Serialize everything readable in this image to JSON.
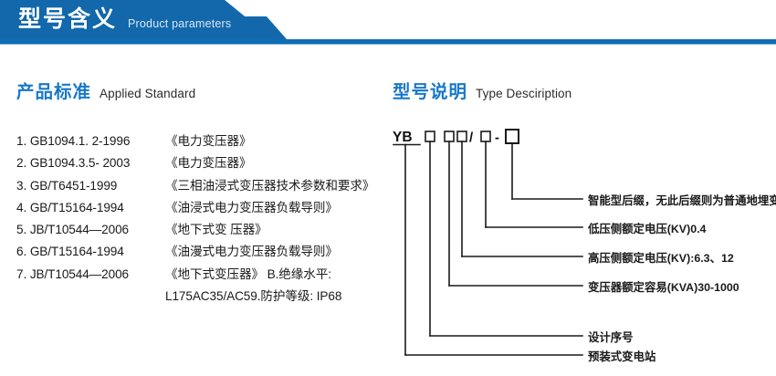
{
  "banner": {
    "title_cn": "型号含义",
    "title_en": "Product parameters",
    "color_dark": "#1268ab",
    "color_bar": "#0e6db5"
  },
  "left": {
    "heading_cn": "产品标准",
    "heading_en": "Applied Standard",
    "standards": [
      {
        "code": "1. GB1094.1. 2-1996",
        "desc": "《电力变压器》"
      },
      {
        "code": "2. GB1094.3.5- 2003",
        "desc": "《电力变压器》"
      },
      {
        "code": "3. GB/T6451-1999",
        "desc": "《三相油浸式变压器技术参数和要求》"
      },
      {
        "code": "4. GB/T15164-1994",
        "desc": "《油浸式电力变压器负载导则》"
      },
      {
        "code": "5. JB/T10544—2006",
        "desc": "《地下式变 压器》"
      },
      {
        "code": "6. GB/T15164-1994",
        "desc": "《油漫式电力变压器负载导则》"
      },
      {
        "code": "7. JB/T10544—2006",
        "desc": "《地下式变压器》 B.绝缘水平:"
      },
      {
        "code": "",
        "desc": "L175AC35/AC59.防护等级: IP68",
        "continuation": true
      }
    ]
  },
  "right": {
    "heading_cn": "型号说明",
    "heading_en": "Type Desciription",
    "model_prefix": "YB",
    "model_pattern": "YB □ □□/□ -□",
    "callouts": [
      {
        "id": "callout-smart-suffix",
        "text": "智能型后缀，无此后缀则为普通地埋变"
      },
      {
        "id": "callout-lv-rated-voltage",
        "text": "低压侧额定电压(KV)0.4"
      },
      {
        "id": "callout-hv-rated-voltage",
        "text": "高压侧额定电压(KV):6.3、12"
      },
      {
        "id": "callout-rated-capacity",
        "text": "变压器额定容易(KVA)30-1000"
      },
      {
        "id": "callout-design-serial",
        "text": "设计序号"
      },
      {
        "id": "callout-substation",
        "text": "预装式变电站"
      }
    ]
  }
}
